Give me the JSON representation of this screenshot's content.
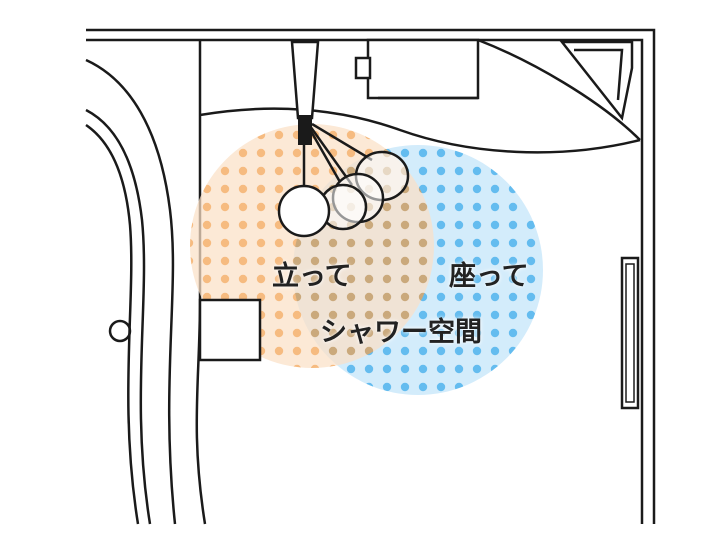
{
  "labels": {
    "standing": "立って",
    "sitting": "座って",
    "shower_space": "シャワー空間"
  },
  "colors": {
    "standing_zone": "#f3a154",
    "sitting_zone": "#5cb8ee",
    "line": "#1a1a1a",
    "background": "#ffffff"
  }
}
